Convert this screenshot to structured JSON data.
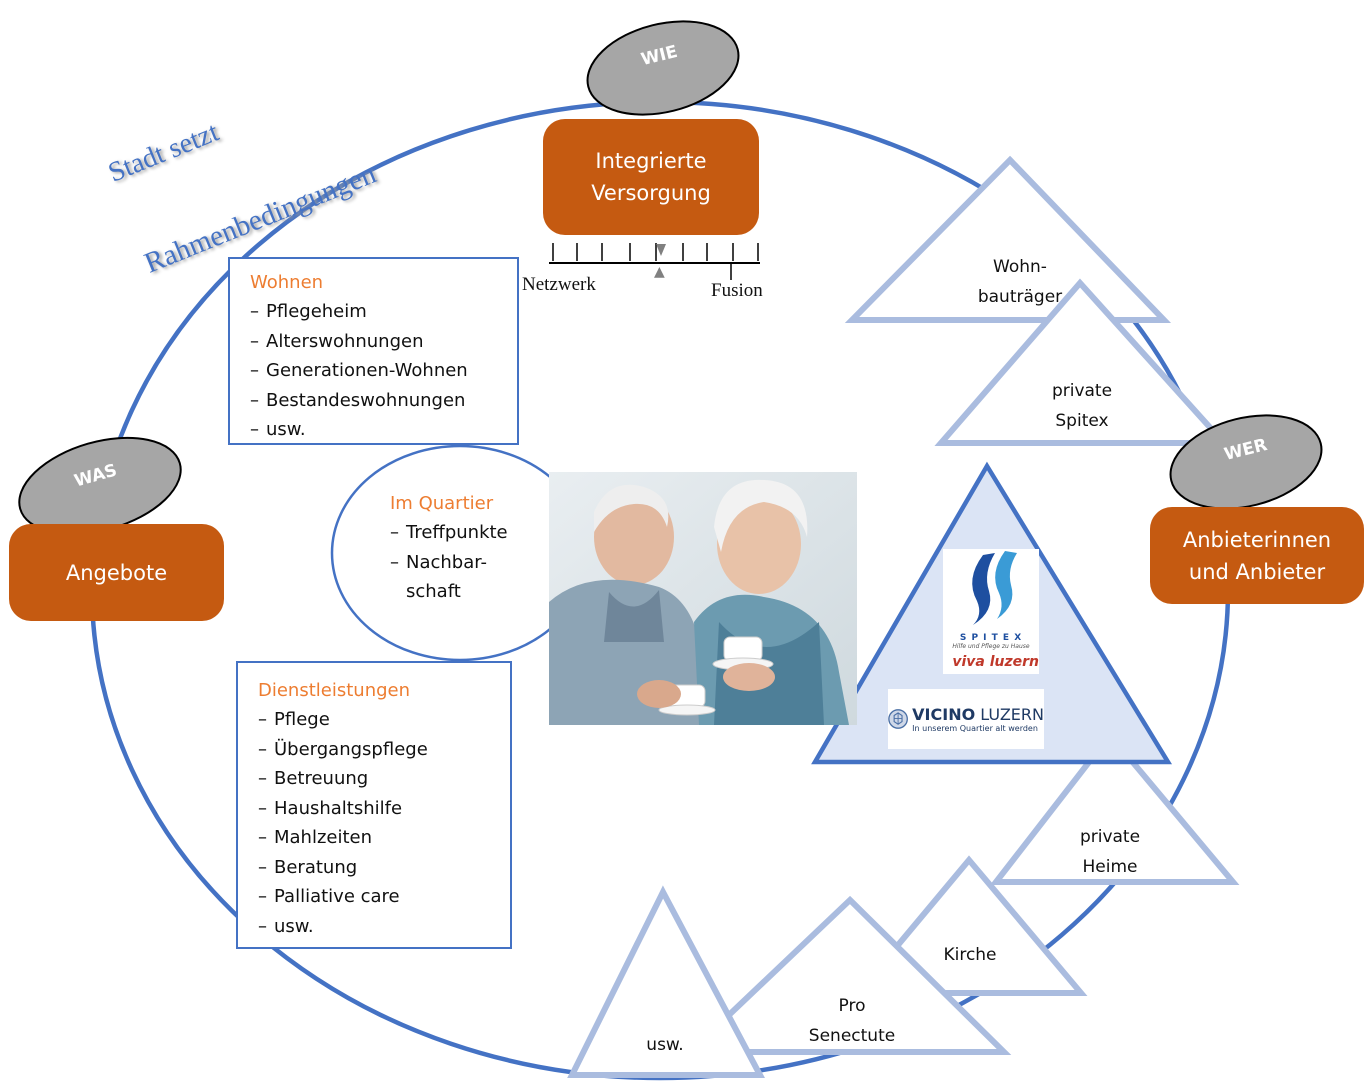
{
  "banner": {
    "line1": "Stadt setzt",
    "line2": "Rahmenbedingungen"
  },
  "wie": {
    "stone": "WIE",
    "box_line1": "Integrierte",
    "box_line2": "Versorgung"
  },
  "scale": {
    "left": "Netzwerk",
    "right": "Fusion",
    "marker": "▲"
  },
  "was": {
    "stone": "WAS",
    "box": "Angebote"
  },
  "wer": {
    "stone": "WER",
    "box_line1": "Anbieterinnen",
    "box_line2": "und Anbieter"
  },
  "wohnen": {
    "title": "Wohnen",
    "items": [
      "Pflegeheim",
      "Alterswohnungen",
      "Generationen-Wohnen",
      "Bestandeswohnungen",
      "usw."
    ]
  },
  "quartier": {
    "title": "Im Quartier",
    "items": [
      "Treffpunkte",
      "Nachbar-",
      "schaft"
    ]
  },
  "dienstleistungen": {
    "title": "Dienstleistungen",
    "items": [
      "Pflege",
      "Übergangspflege",
      "Betreuung",
      "Haushaltshilfe",
      "Mahlzeiten",
      "Beratung",
      "Palliative care",
      "usw."
    ]
  },
  "providers": {
    "wohnbautraeger": [
      "Wohn-",
      "bauträger"
    ],
    "private_spitex": [
      "private",
      "Spitex"
    ],
    "private_heime": [
      "private",
      "Heime"
    ],
    "kirche": "Kirche",
    "pro_senectute": [
      "Pro",
      "Senectute"
    ],
    "usw": "usw."
  },
  "logos": {
    "spitex": "S P I T E X",
    "spitex_sub": "Hilfe und Pflege zu Hause",
    "viva": "viva luzern",
    "vicino_bold": "VICINO",
    "vicino_rest": "LUZERN",
    "vicino_sub": "In unserem Quartier alt werden"
  },
  "colors": {
    "ring": "#4472c4",
    "orange": "#c55a11",
    "stone": "#a6a6a6",
    "triangle": "#aabcdf",
    "accent_text": "#ed7d31"
  }
}
